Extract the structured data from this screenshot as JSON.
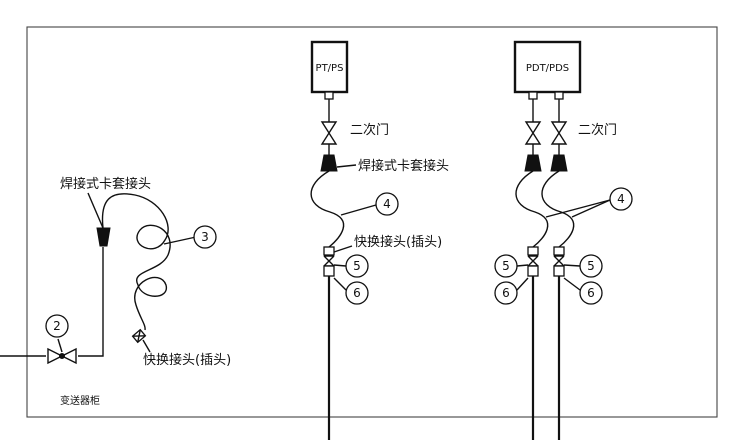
{
  "labels": {
    "pt_ps": "PT/PS",
    "pdt_pds": "PDT/PDS",
    "secondary_valve_1": "二次门",
    "secondary_valve_2": "二次门",
    "welded_fitting_left": "焊接式卡套接头",
    "welded_fitting_mid": "焊接式卡套接头",
    "quick_coupling_mid": "快换接头(插头)",
    "quick_coupling_left": "快换接头(插头)",
    "cabinet": "变送器柜"
  },
  "callouts": {
    "n2": "2",
    "n3": "3",
    "n4_mid": "4",
    "n4_right": "4",
    "n5_mid": "5",
    "n6_mid": "6",
    "n5_r_left": "5",
    "n5_r_right": "5",
    "n6_r_left": "6",
    "n6_r_right": "6"
  }
}
